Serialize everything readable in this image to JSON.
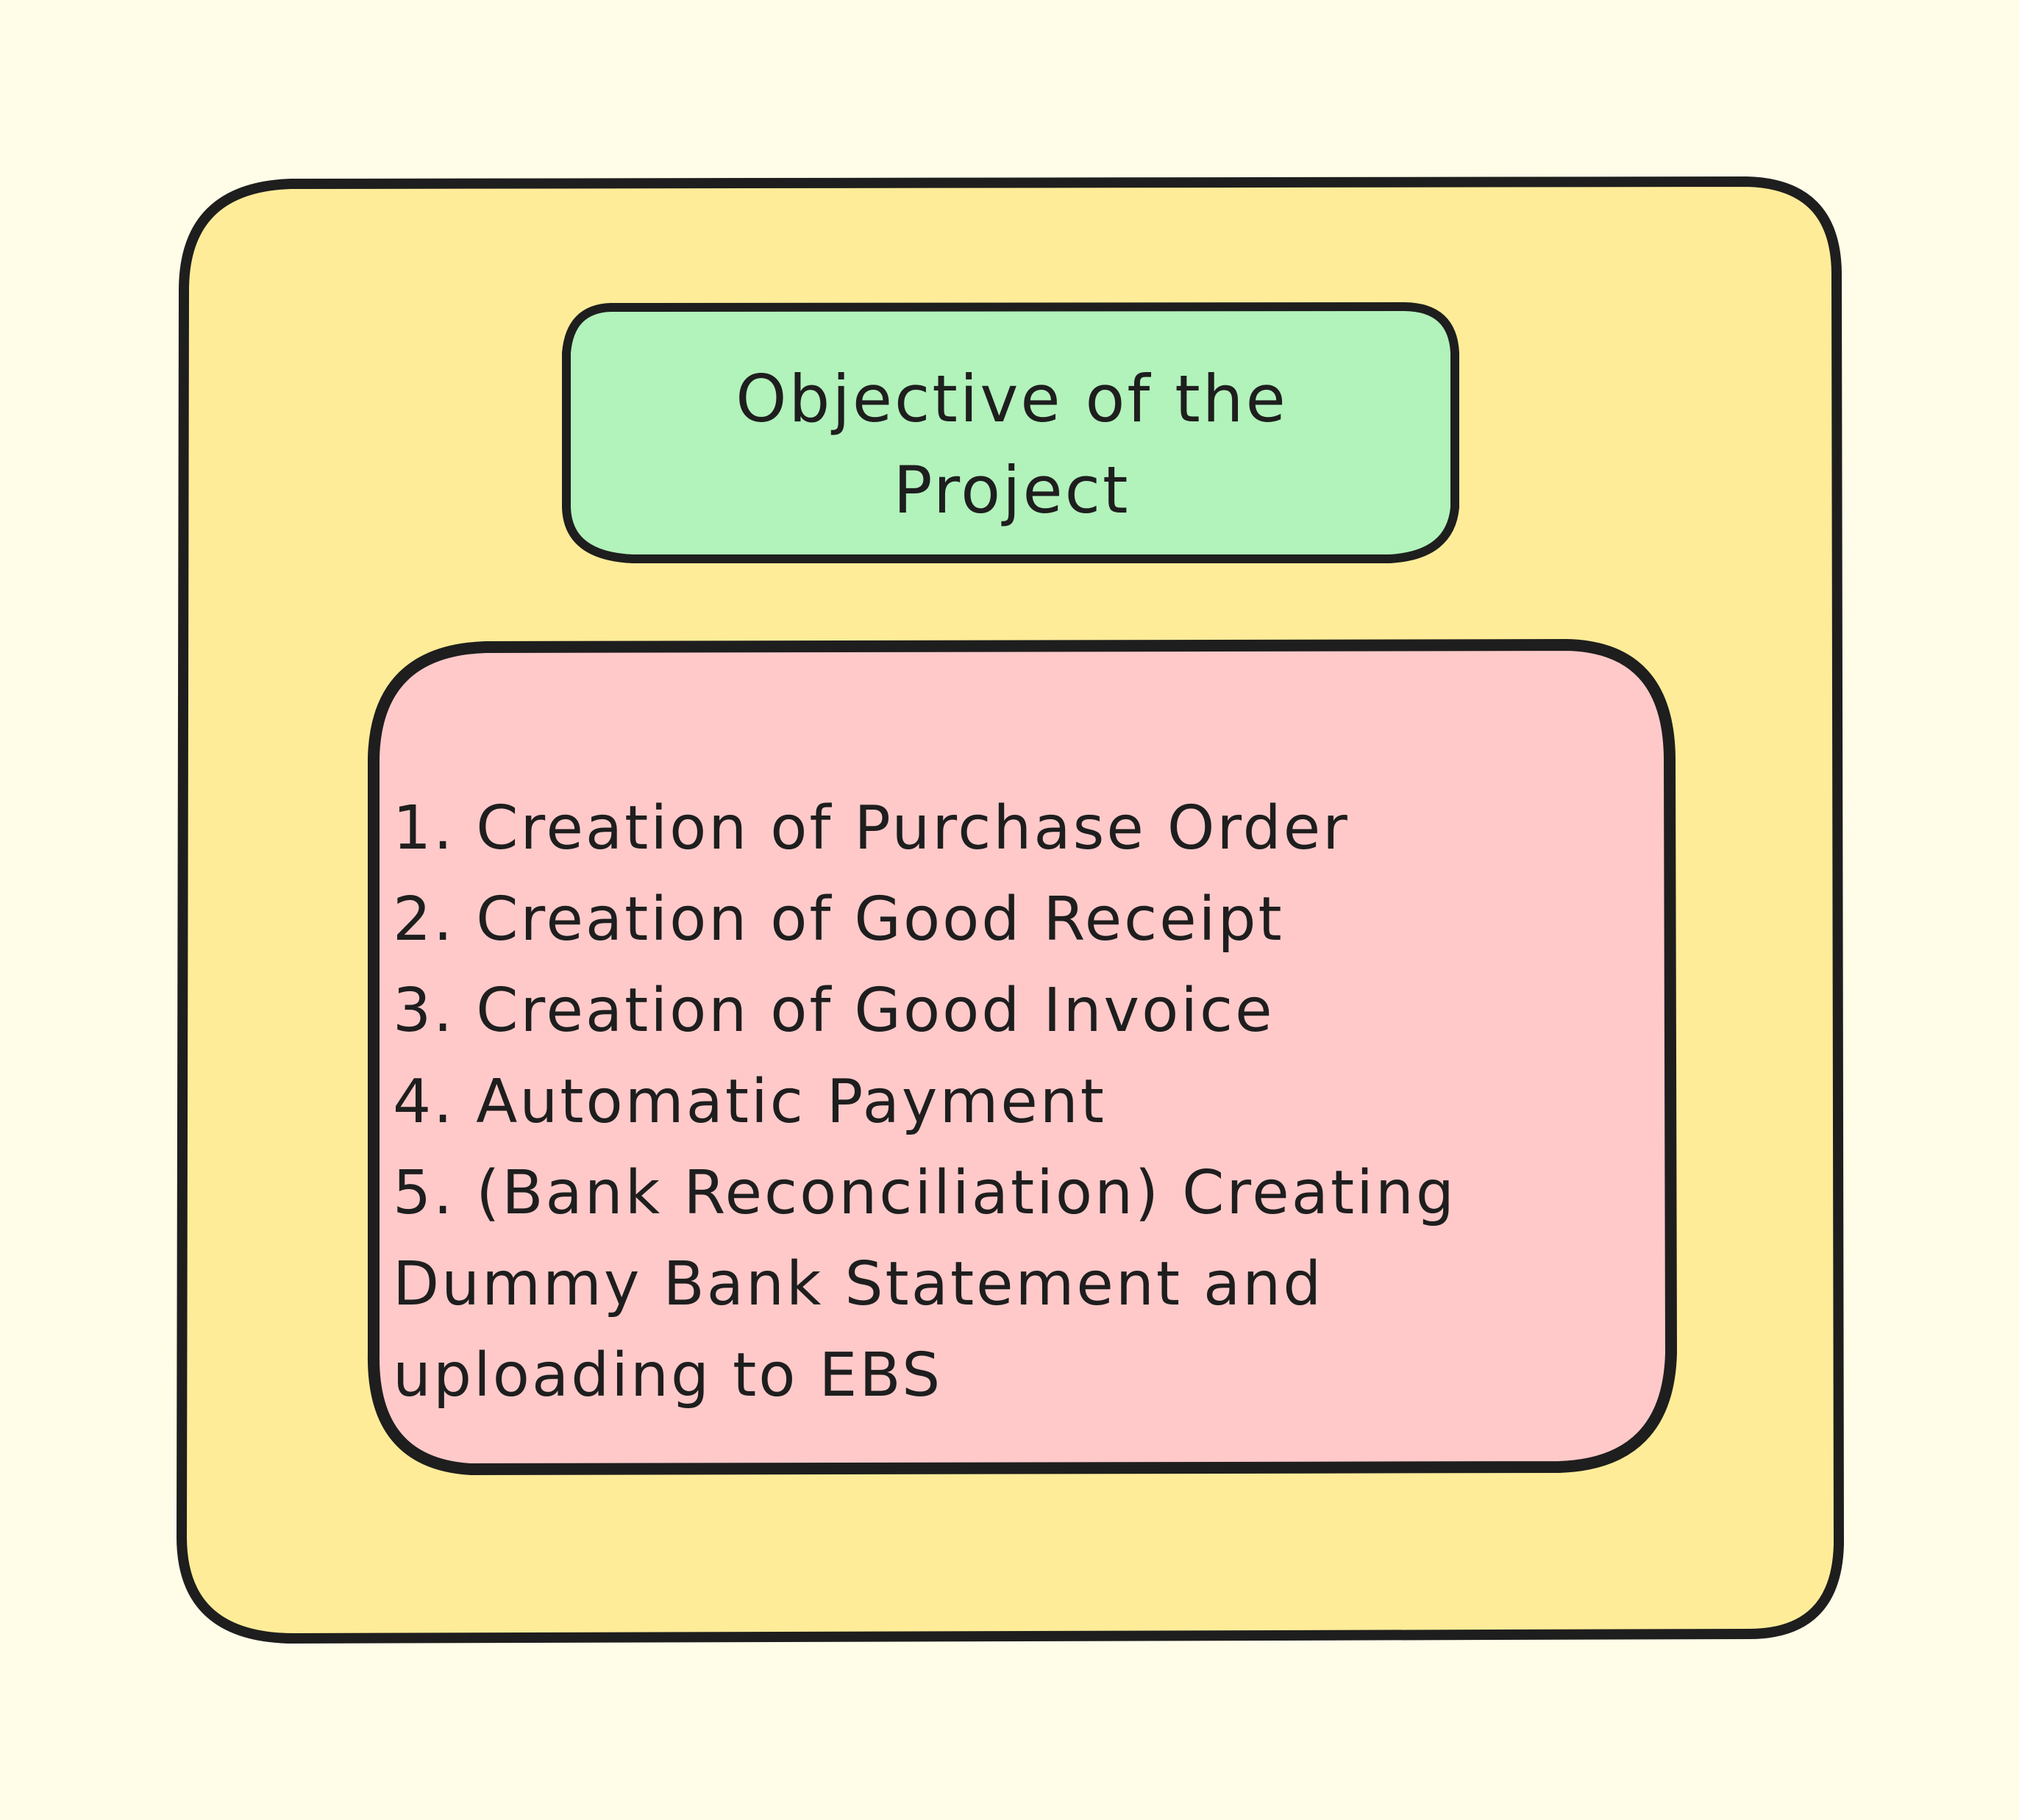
{
  "colors": {
    "background": "#fffce8",
    "outer_box_fill": "#ffec99",
    "title_box_fill": "#b2f2bb",
    "list_box_fill": "#ffc9c9",
    "stroke": "#1e1e1e"
  },
  "title": {
    "line1": "Objective of the",
    "line2": "Project"
  },
  "objectives": {
    "items": [
      "1. Creation of Purchase Order",
      "2. Creation of Good Receipt",
      "3. Creation of Good Invoice",
      "4. Automatic Payment",
      "5. (Bank Reconciliation) Creating\nDummy Bank Statement and\nuploading to EBS"
    ]
  }
}
